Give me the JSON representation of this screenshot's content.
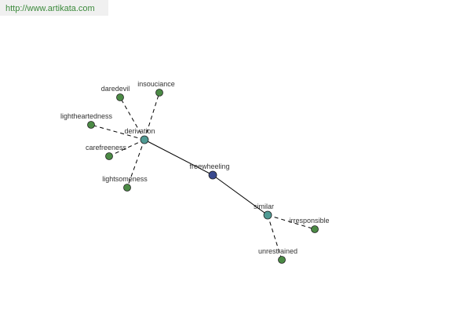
{
  "watermark": {
    "text": "http://www.artikata.com"
  },
  "colors": {
    "center_node": "#3a4a8e",
    "relation_node": "#4f9a93",
    "leaf_node": "#4b8a45",
    "node_stroke": "#222222",
    "edge": "#000000",
    "label": "#333333"
  },
  "graph": {
    "nodes": [
      {
        "id": "freewheeling",
        "label": "freewheeling",
        "kind": "center"
      },
      {
        "id": "derivation",
        "label": "derivation",
        "kind": "relation"
      },
      {
        "id": "similar",
        "label": "similar",
        "kind": "relation"
      },
      {
        "id": "daredevil",
        "label": "daredevil",
        "kind": "leaf"
      },
      {
        "id": "insouciance",
        "label": "insouciance",
        "kind": "leaf"
      },
      {
        "id": "lightheartedness",
        "label": "lightheartedness",
        "kind": "leaf"
      },
      {
        "id": "carefreeness",
        "label": "carefreeness",
        "kind": "leaf"
      },
      {
        "id": "lightsomeness",
        "label": "lightsomeness",
        "kind": "leaf"
      },
      {
        "id": "irresponsible",
        "label": "irresponsible",
        "kind": "leaf"
      },
      {
        "id": "unrestrained",
        "label": "unrestrained",
        "kind": "leaf"
      }
    ],
    "edges": [
      {
        "from": "freewheeling",
        "to": "derivation",
        "style": "solid"
      },
      {
        "from": "freewheeling",
        "to": "similar",
        "style": "solid"
      },
      {
        "from": "derivation",
        "to": "daredevil",
        "style": "dashed"
      },
      {
        "from": "derivation",
        "to": "insouciance",
        "style": "dashed"
      },
      {
        "from": "derivation",
        "to": "lightheartedness",
        "style": "dashed"
      },
      {
        "from": "derivation",
        "to": "carefreeness",
        "style": "dashed"
      },
      {
        "from": "derivation",
        "to": "lightsomeness",
        "style": "dashed"
      },
      {
        "from": "similar",
        "to": "irresponsible",
        "style": "dashed"
      },
      {
        "from": "similar",
        "to": "unrestrained",
        "style": "dashed"
      }
    ]
  }
}
